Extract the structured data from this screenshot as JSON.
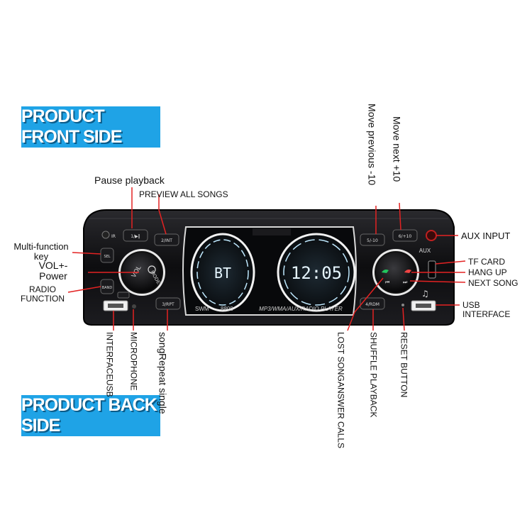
{
  "banners": {
    "front": "PRODUCT FRONT SIDE",
    "back": "PRODUCT BACK SIDE"
  },
  "labels": {
    "pause": "Pause playback",
    "preview": "PREVIEW ALL SONGS",
    "multi_line1": "Multi-function",
    "multi_line2": "key",
    "vol_line1": "VOL+-",
    "vol_line2": "Power",
    "radio_line1": "RADIO",
    "radio_line2": "FUNCTION",
    "move_prev": "Move previous -10",
    "move_next": "Move next +10",
    "aux_input": "AUX INPUT",
    "tf_card": "TF CARD",
    "hang_up": "HANG UP",
    "next_song": "NEXT SONG",
    "usb_right_line1": "USB",
    "usb_right_line2": "INTERFACE",
    "usb_bottom_line1": "USB",
    "usb_bottom_line2": "INTERFACE",
    "microphone": "MICROPHONE",
    "repeat_line1": "Repeat single",
    "repeat_line2": "song",
    "answer_line1": "ANSWER CALLS",
    "answer_line2": "LOST SONG",
    "shuffle": "SHUFFLE PLAYBACK",
    "reset": "RESET BUTTON"
  },
  "device": {
    "btn1": "1/▶‖",
    "btn2": "2/INT",
    "btn3": "3/RPT",
    "btn4": "4/RDM",
    "btn5": "5/-10",
    "btn6": "6/+10",
    "mode_knob": "MODE",
    "vol_knob": "VOL",
    "left_display": "BT",
    "right_display": "12:05",
    "aux_mark": "AUX",
    "model_brand": "SWM",
    "model_number": "8808",
    "player_text": "MP3/WMA/AUX/RADIO PLAYER",
    "sel_button": "SEL",
    "band_button": "BAND"
  },
  "colors": {
    "banner": "#1fa3e6",
    "callout_line": "#e32222",
    "device_body": "#0d0d0f",
    "display_glow": "#bfe9ff",
    "button_light": "#e8e8e8"
  }
}
